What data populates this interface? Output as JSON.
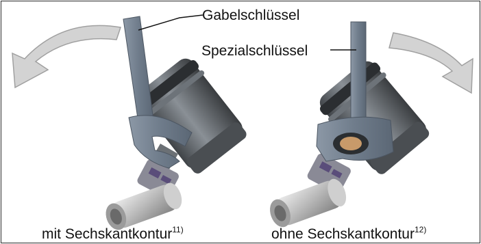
{
  "labels": {
    "wrench_fork": "Gabelschlüssel",
    "wrench_special": "Spezialschlüssel"
  },
  "captions": {
    "left_text": "mit Sechskantkontur",
    "left_note": "11)",
    "right_text": "ohne Sechskantkontur",
    "right_note": "12)"
  },
  "colors": {
    "arrow_fill": "#d3d3d3",
    "arrow_stroke": "#a0a0a0",
    "wrench": "#7a8796",
    "valve_body": "#555a60",
    "border": "#2a2a2a"
  }
}
